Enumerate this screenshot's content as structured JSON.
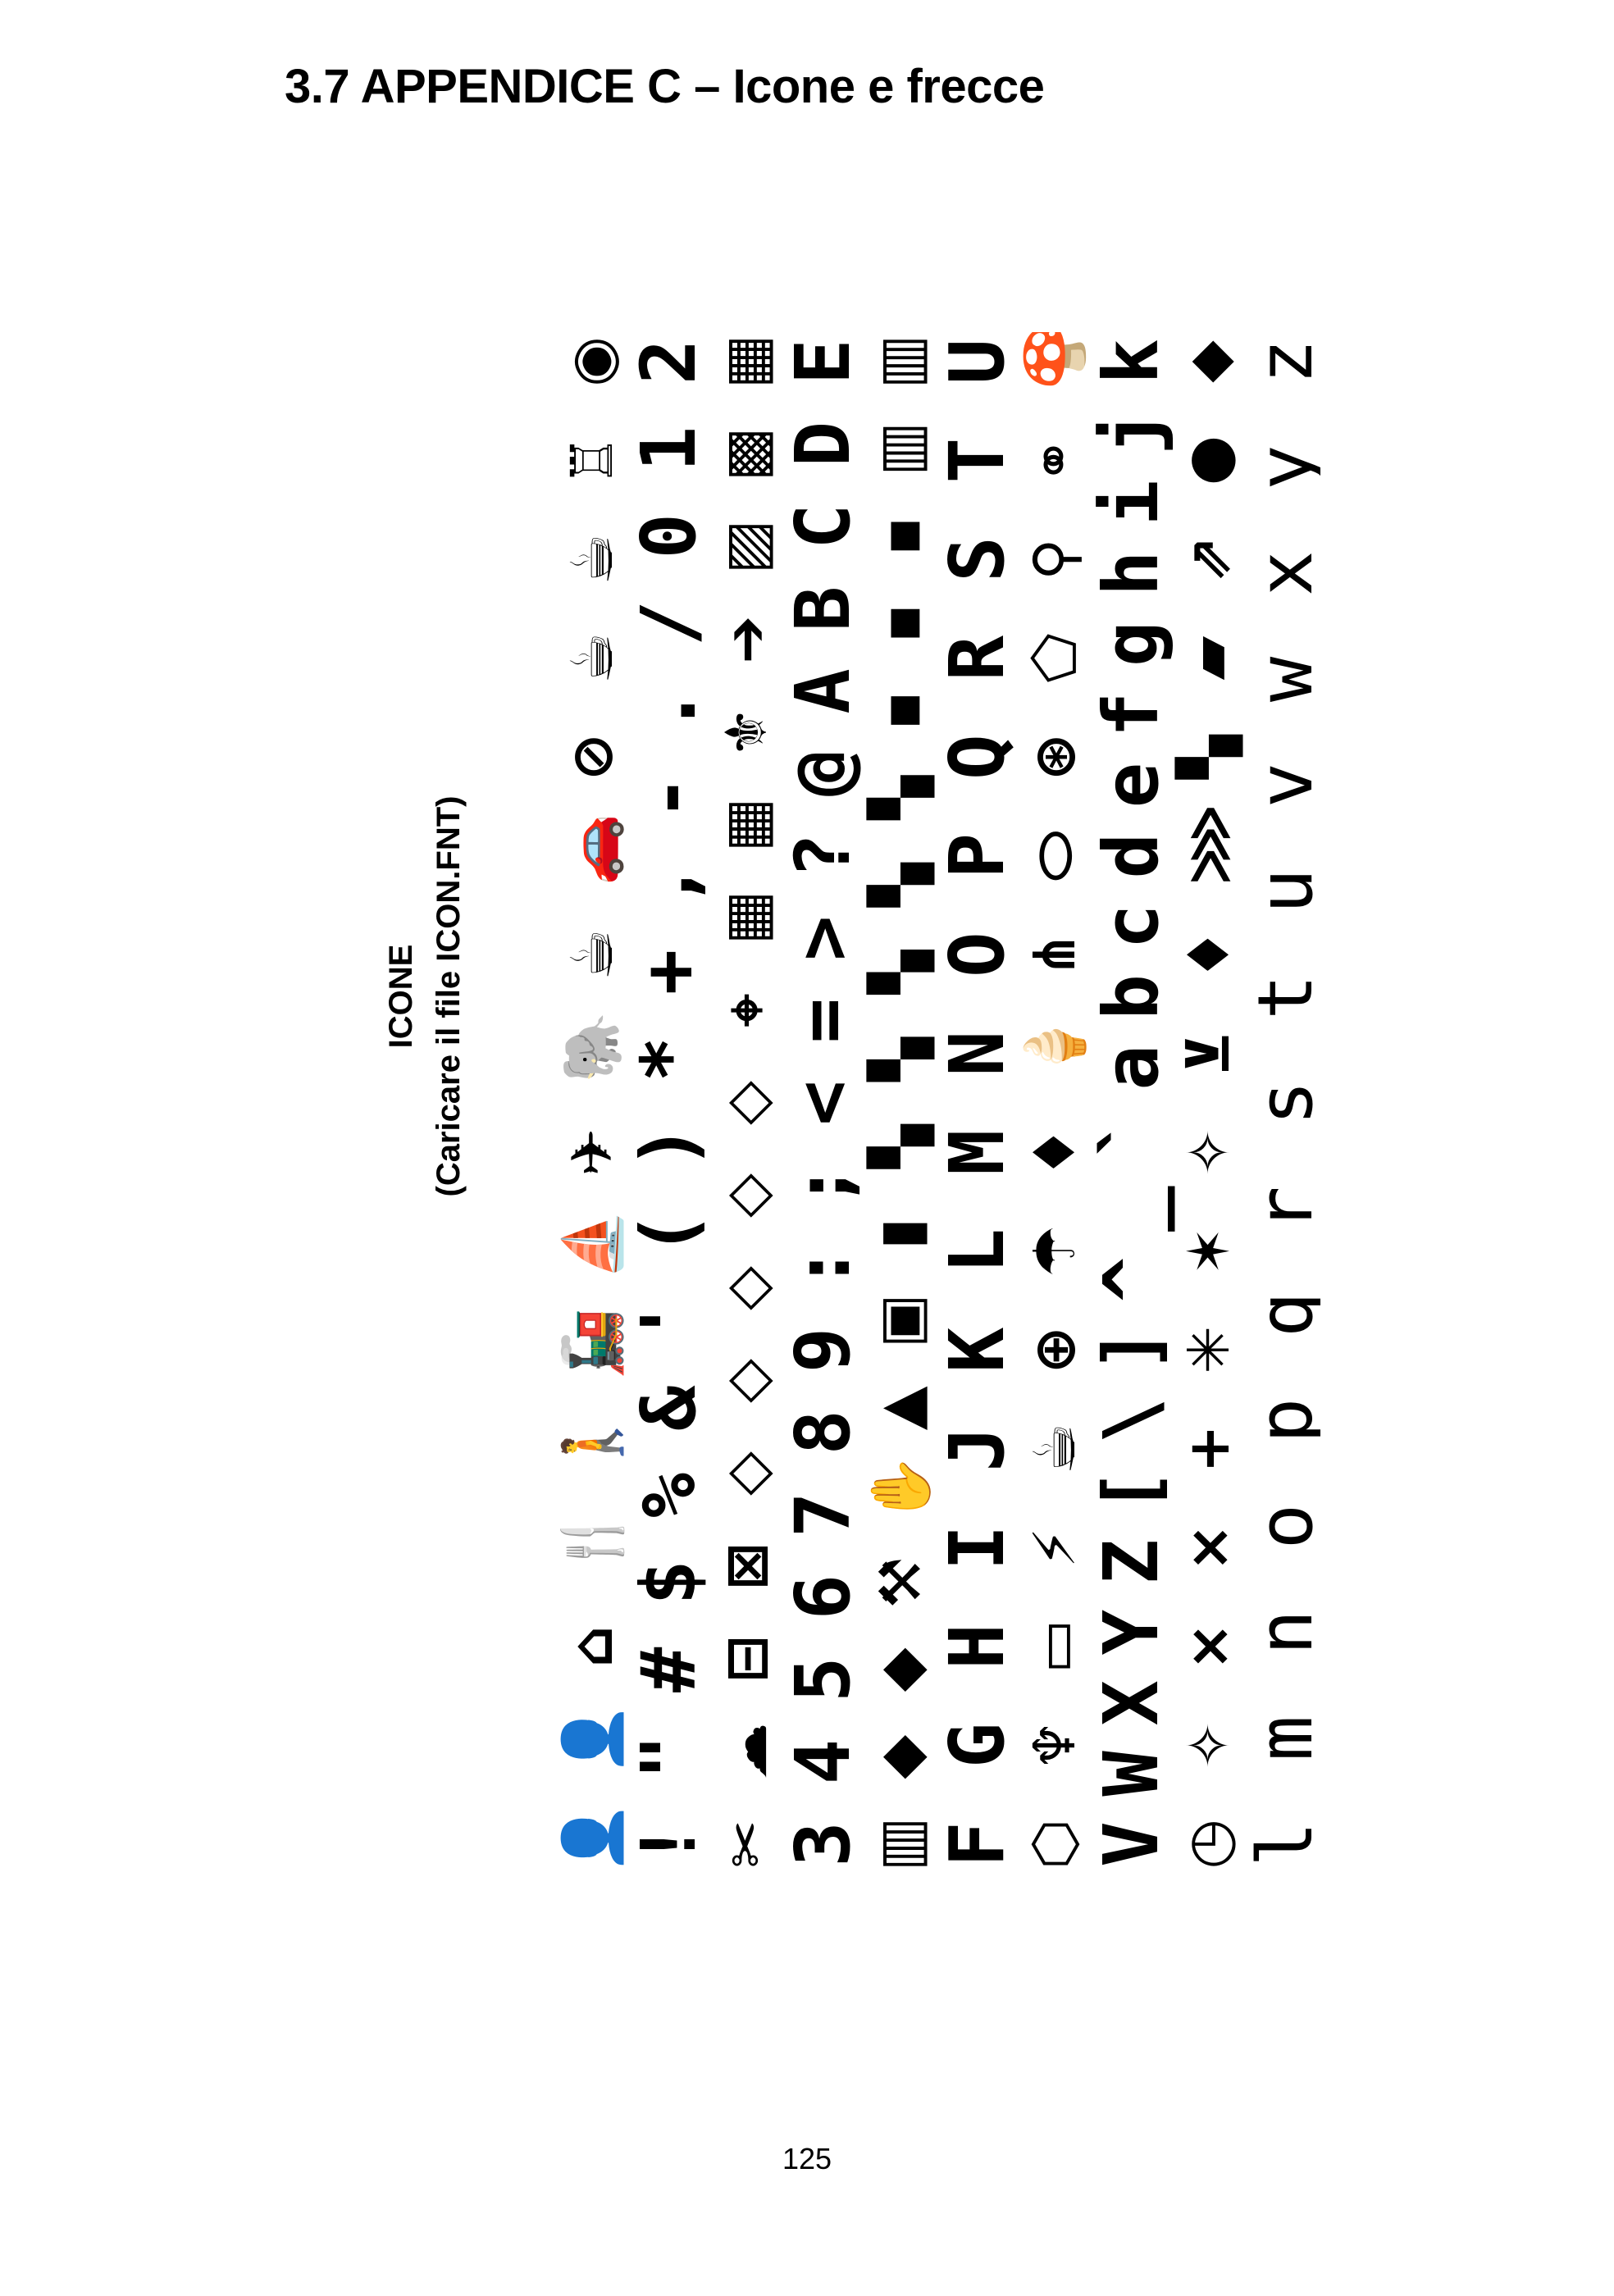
{
  "page": {
    "heading": "3.7 APPENDICE C – Icone e frecce",
    "side_title": "ICONE",
    "side_subtitle": "(Caricare il file ICON.FNT)",
    "page_number": "125"
  },
  "glyph_rows": [
    {
      "style": "icon",
      "glyphs": [
        "👤",
        "👤",
        "⌂",
        "🍴",
        "🚶",
        "🚂",
        "⛵",
        "✈",
        "🐘",
        "☕",
        "🚗",
        "⊘",
        "☕",
        "☕",
        "♖",
        "◉"
      ]
    },
    {
      "style": "text",
      "glyphs": [
        "!",
        "\"",
        "#",
        "$",
        "%",
        "&",
        "'",
        "(",
        ")",
        "*",
        "+",
        ",",
        "-",
        ".",
        "/",
        "0",
        "1",
        "2"
      ]
    },
    {
      "style": "icon",
      "glyphs": [
        "✂",
        "☁",
        "⊟",
        "⊠",
        "◇",
        "◇",
        "◇",
        "◇",
        "◇",
        "⌖",
        "▦",
        "▦",
        "⚜",
        "➔",
        "▨",
        "▩",
        "▦"
      ]
    },
    {
      "style": "text",
      "glyphs": [
        "3",
        "4",
        "5",
        "6",
        "7",
        "8",
        "9",
        ":",
        ";",
        "<",
        "=",
        ">",
        "?",
        "@",
        "A",
        "B",
        "C",
        "D",
        "E"
      ]
    },
    {
      "style": "icon",
      "glyphs": [
        "▥",
        "◆",
        "◆",
        "⚒",
        "✋",
        "▲",
        "▣",
        "▮",
        "▚",
        "▚",
        "▚",
        "▚",
        "▚",
        "▪",
        "▪",
        "▪",
        "▥",
        "▥"
      ]
    },
    {
      "style": "text",
      "glyphs": [
        "F",
        "G",
        "H",
        "I",
        "J",
        "K",
        "L",
        "M",
        "N",
        "O",
        "P",
        "Q",
        "R",
        "S",
        "T",
        "U"
      ]
    },
    {
      "style": "icon",
      "glyphs": [
        "⬡",
        "♆",
        "▭",
        "⚡",
        "☕",
        "⊕",
        "☂",
        "♦",
        "🍦",
        "⋔",
        "⬭",
        "⊛",
        "⬠",
        "⚲",
        "⚭",
        "🍄"
      ]
    },
    {
      "style": "text",
      "glyphs": [
        "V",
        "W",
        "X",
        "Y",
        "Z",
        "[",
        "\\",
        "]",
        "^",
        "_",
        "`",
        "a",
        "b",
        "c",
        "d",
        "e",
        "f",
        "g",
        "h",
        "i",
        "j",
        "k"
      ]
    },
    {
      "style": "icon",
      "glyphs": [
        "◷",
        "✧",
        "×",
        "×",
        "+",
        "✳",
        "✶",
        "✧",
        "⊻",
        "♦",
        "⋙",
        "▚",
        "▰",
        "⇗",
        "●",
        "⬥"
      ]
    },
    {
      "style": "thin",
      "glyphs": [
        "l",
        "m",
        "n",
        "o",
        "p",
        "q",
        "r",
        "s",
        "t",
        "u",
        "v",
        "w",
        "x",
        "y",
        "z"
      ]
    }
  ]
}
